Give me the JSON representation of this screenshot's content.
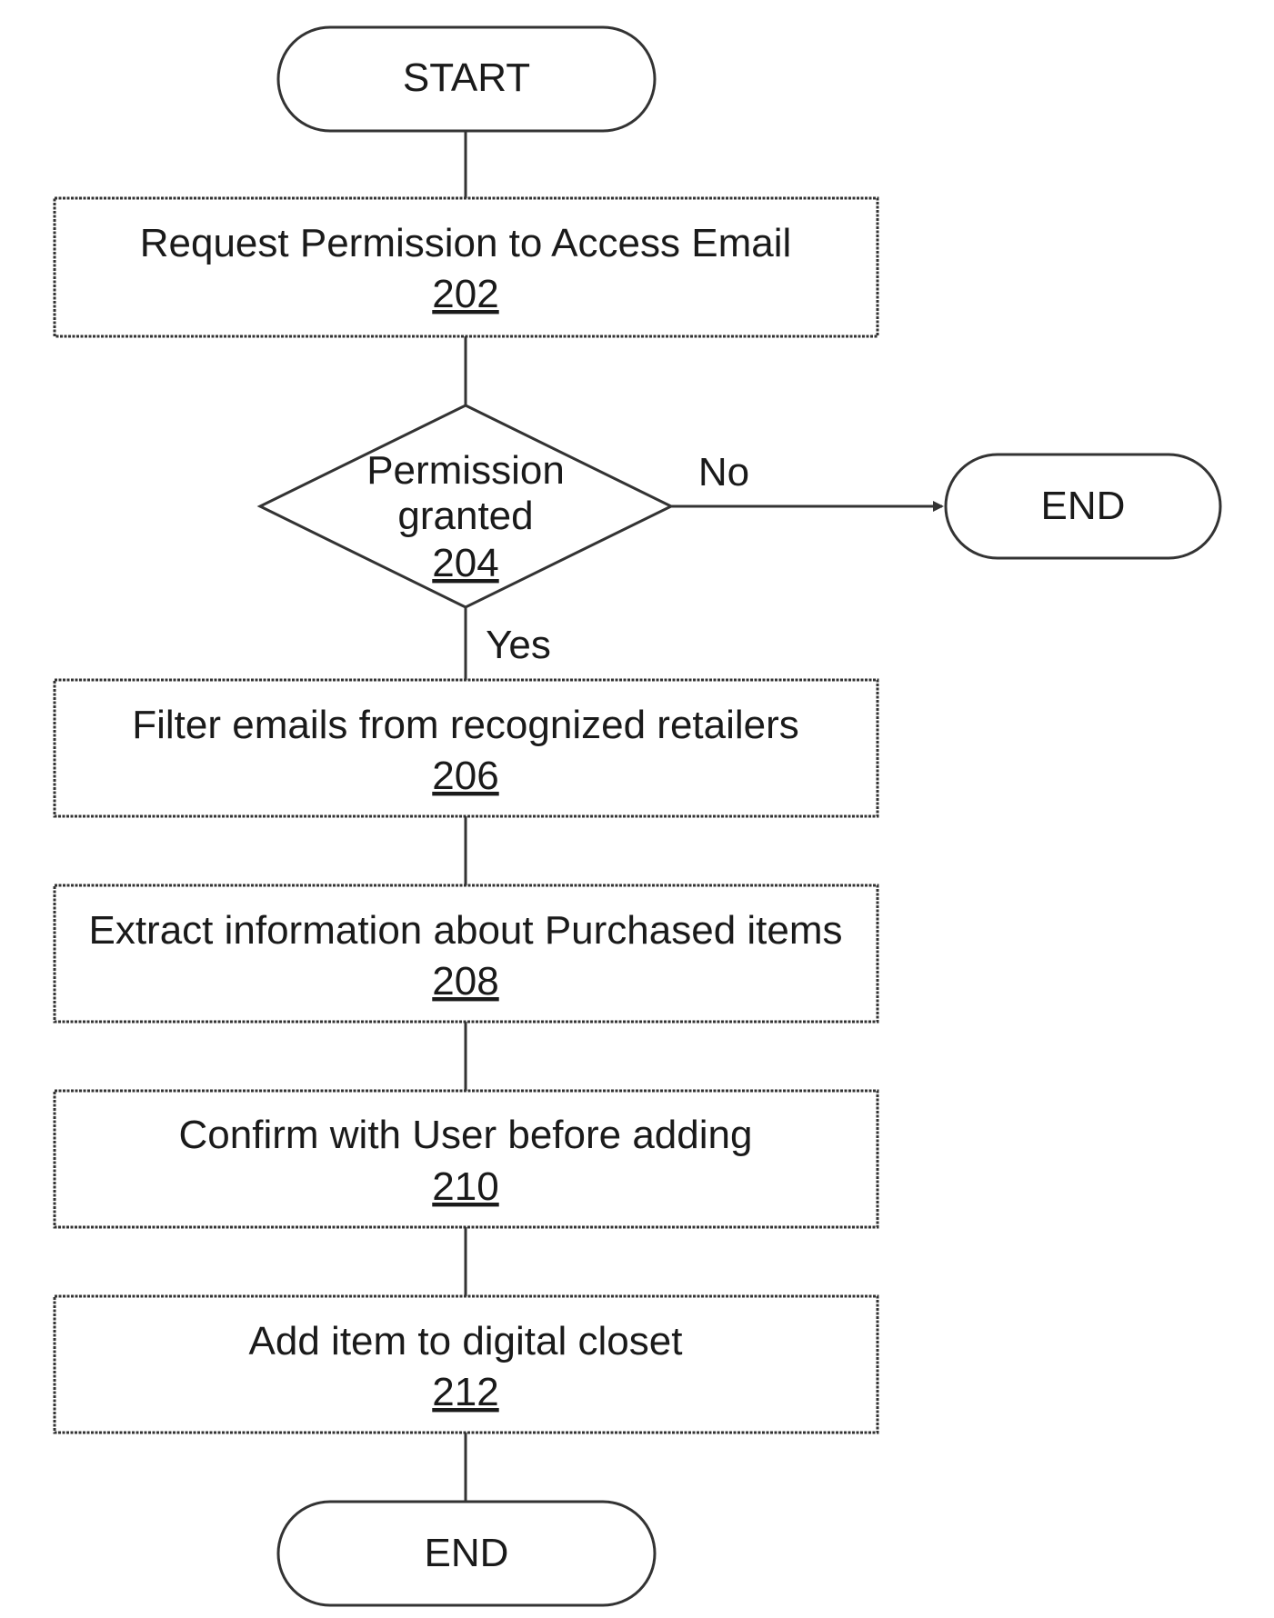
{
  "flowchart": {
    "start": {
      "label": "START"
    },
    "steps": [
      {
        "label": "Request Permission to Access Email",
        "ref": "202"
      },
      {
        "label": "Filter emails from recognized retailers",
        "ref": "206"
      },
      {
        "label": "Extract information about Purchased items",
        "ref": "208"
      },
      {
        "label": "Confirm with User before adding",
        "ref": "210"
      },
      {
        "label": "Add item to digital closet",
        "ref": "212"
      }
    ],
    "decision": {
      "line1": "Permission",
      "line2": "granted",
      "ref": "204",
      "no_label": "No",
      "yes_label": "Yes"
    },
    "end_no": {
      "label": "END"
    },
    "end_final": {
      "label": "END"
    }
  }
}
